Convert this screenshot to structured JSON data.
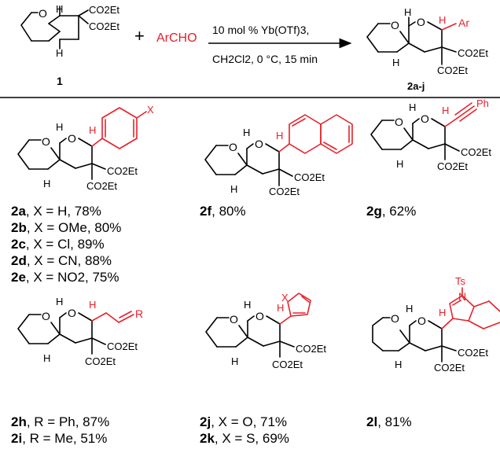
{
  "colors": {
    "reagent_red": "#e8202a",
    "ink": "#000000"
  },
  "reaction": {
    "starting_material_label": "1",
    "plus": "+",
    "reagent": "ArCHO",
    "conditions_line1": "10 mol % Yb(OTf)3,",
    "conditions_line2": "CH2Cl2, 0 °C, 15 min",
    "product_label": "2a-j",
    "atoms": {
      "H": "H",
      "O": "O",
      "Ar": "Ar",
      "Ph": "Ph",
      "R": "R",
      "X": "X",
      "N": "N",
      "Ts": "Ts",
      "CO2Et": "CO2Et"
    }
  },
  "products": [
    {
      "lines": [
        {
          "code": "2a",
          "text": ", X = H, 78%"
        },
        {
          "code": "2b",
          "text": ", X = OMe, 80%"
        },
        {
          "code": "2c",
          "text": ", X = Cl, 89%"
        },
        {
          "code": "2d",
          "text": ", X = CN, 88%"
        },
        {
          "code": "2e",
          "text": ", X = NO2, 75%"
        }
      ]
    },
    {
      "lines": [
        {
          "code": "2f",
          "text": ", 80%"
        }
      ]
    },
    {
      "lines": [
        {
          "code": "2g",
          "text": ", 62%"
        }
      ]
    },
    {
      "lines": [
        {
          "code": "2h",
          "text": ", R = Ph, 87%"
        },
        {
          "code": "2i",
          "text": ", R = Me, 51%"
        }
      ]
    },
    {
      "lines": [
        {
          "code": "2j",
          "text": ", X = O, 71%"
        },
        {
          "code": "2k",
          "text": ", X = S, 69%"
        }
      ]
    },
    {
      "lines": [
        {
          "code": "2l",
          "text": ", 81%"
        }
      ]
    }
  ]
}
